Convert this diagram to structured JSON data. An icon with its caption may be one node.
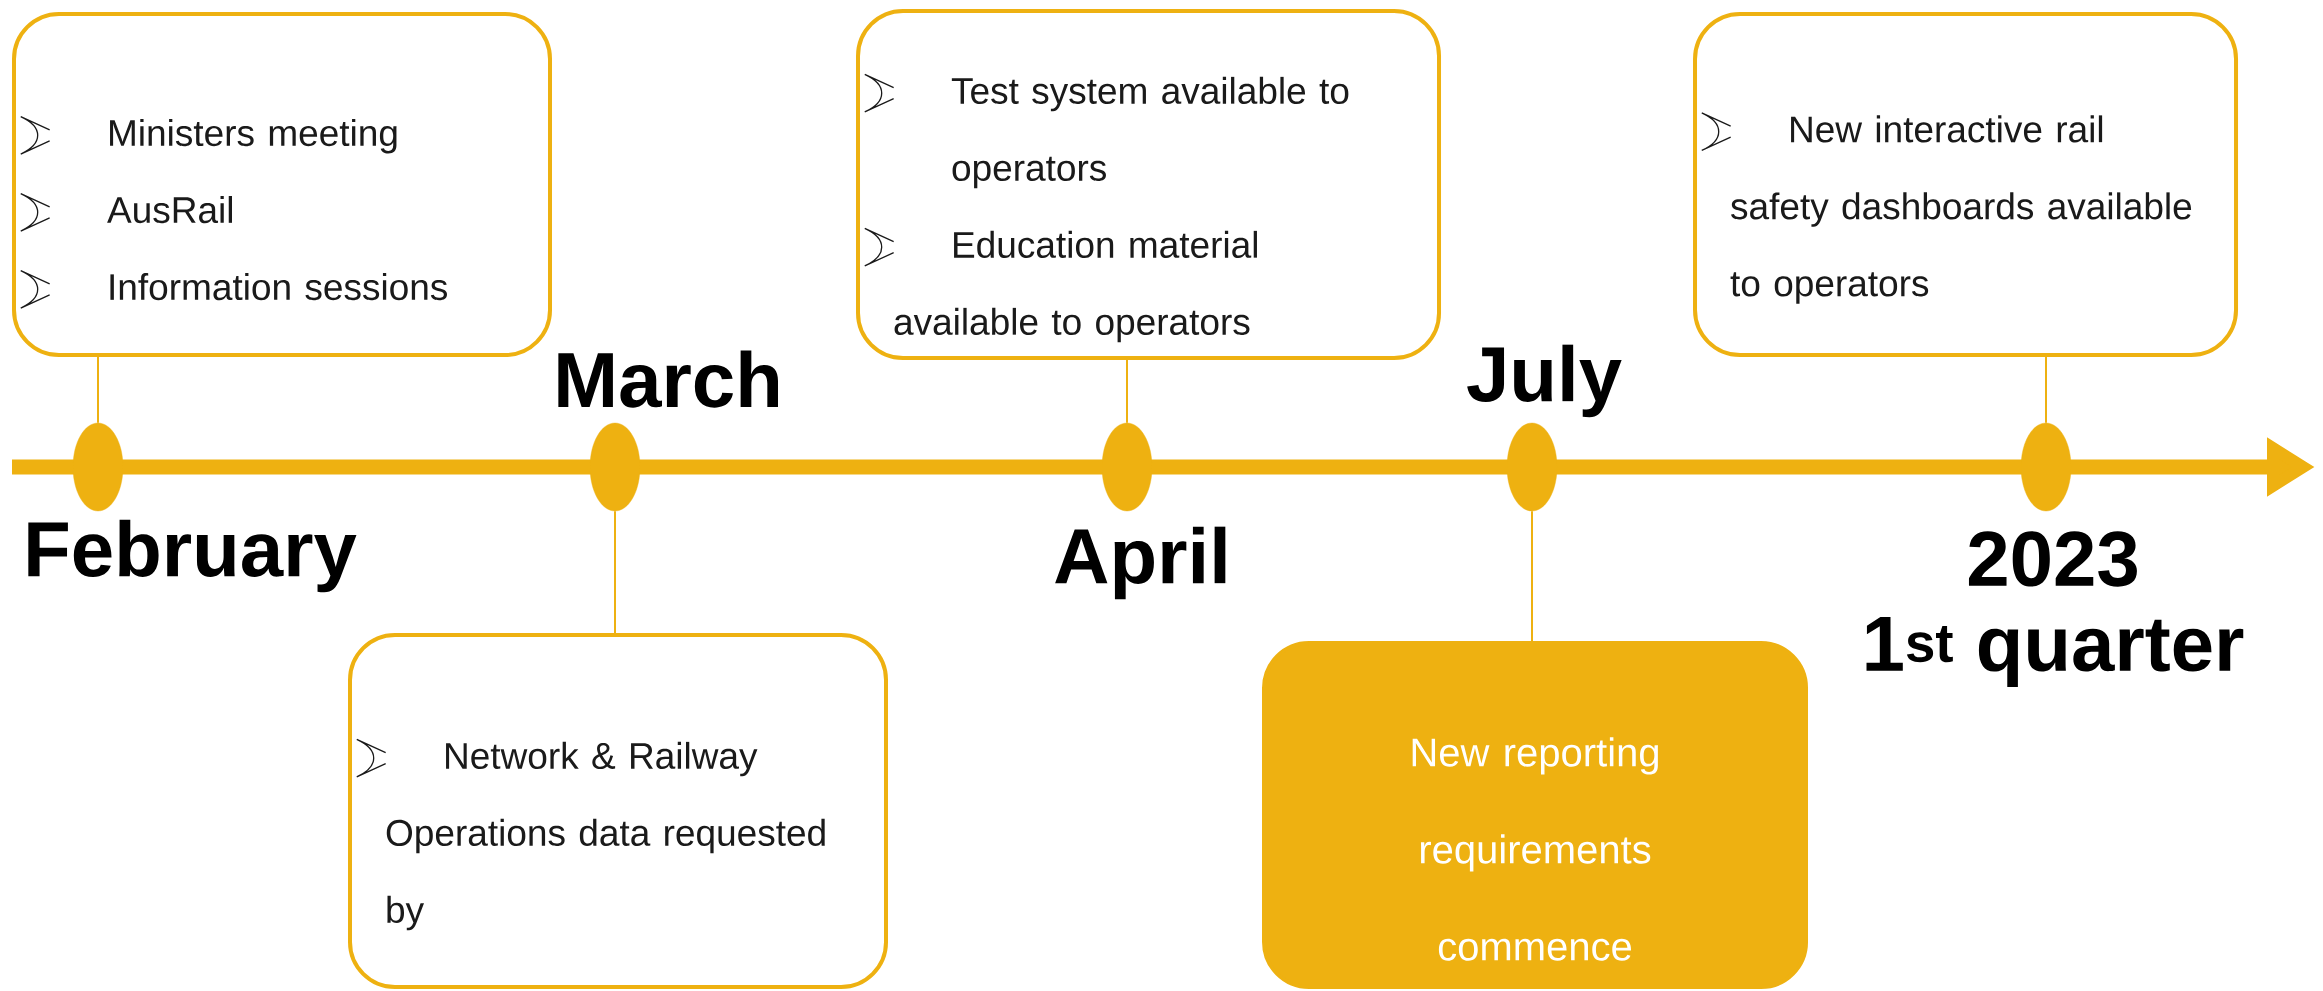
{
  "diagram": {
    "nodes": [
      {
        "text": [
          "Ministers meeting",
          "AusRail",
          "Information sessions"
        ]
      },
      {
        "text": [
          "Network & Railway Operations data requested by"
        ]
      },
      {
        "text": [
          "Test system available to operators",
          "Education material available to operators"
        ]
      },
      {
        "text": [
          "New reporting requirements commence"
        ]
      },
      {
        "text": [
          "New interactive rail safety dashboards available to operators"
        ]
      },
      {
        "text": [],
        "shape": "ellipse"
      },
      {
        "text": [],
        "shape": "ellipse"
      },
      {
        "text": [],
        "shape": "ellipse"
      },
      {
        "text": [],
        "shape": "ellipse"
      },
      {
        "text": [],
        "shape": "ellipse"
      }
    ],
    "edges": [
      {
        "from": 0,
        "to": 5,
        "arrow": "none"
      },
      {
        "from": 1,
        "to": 6,
        "arrow": "none"
      },
      {
        "from": 2,
        "to": 7,
        "arrow": "none"
      },
      {
        "from": 3,
        "to": 8,
        "arrow": "none"
      },
      {
        "from": 4,
        "to": 9,
        "arrow": "none"
      }
    ],
    "labels": [
      "March",
      "July",
      "February",
      "April",
      "2023",
      "1$^{st}$ quarter"
    ]
  }
}
